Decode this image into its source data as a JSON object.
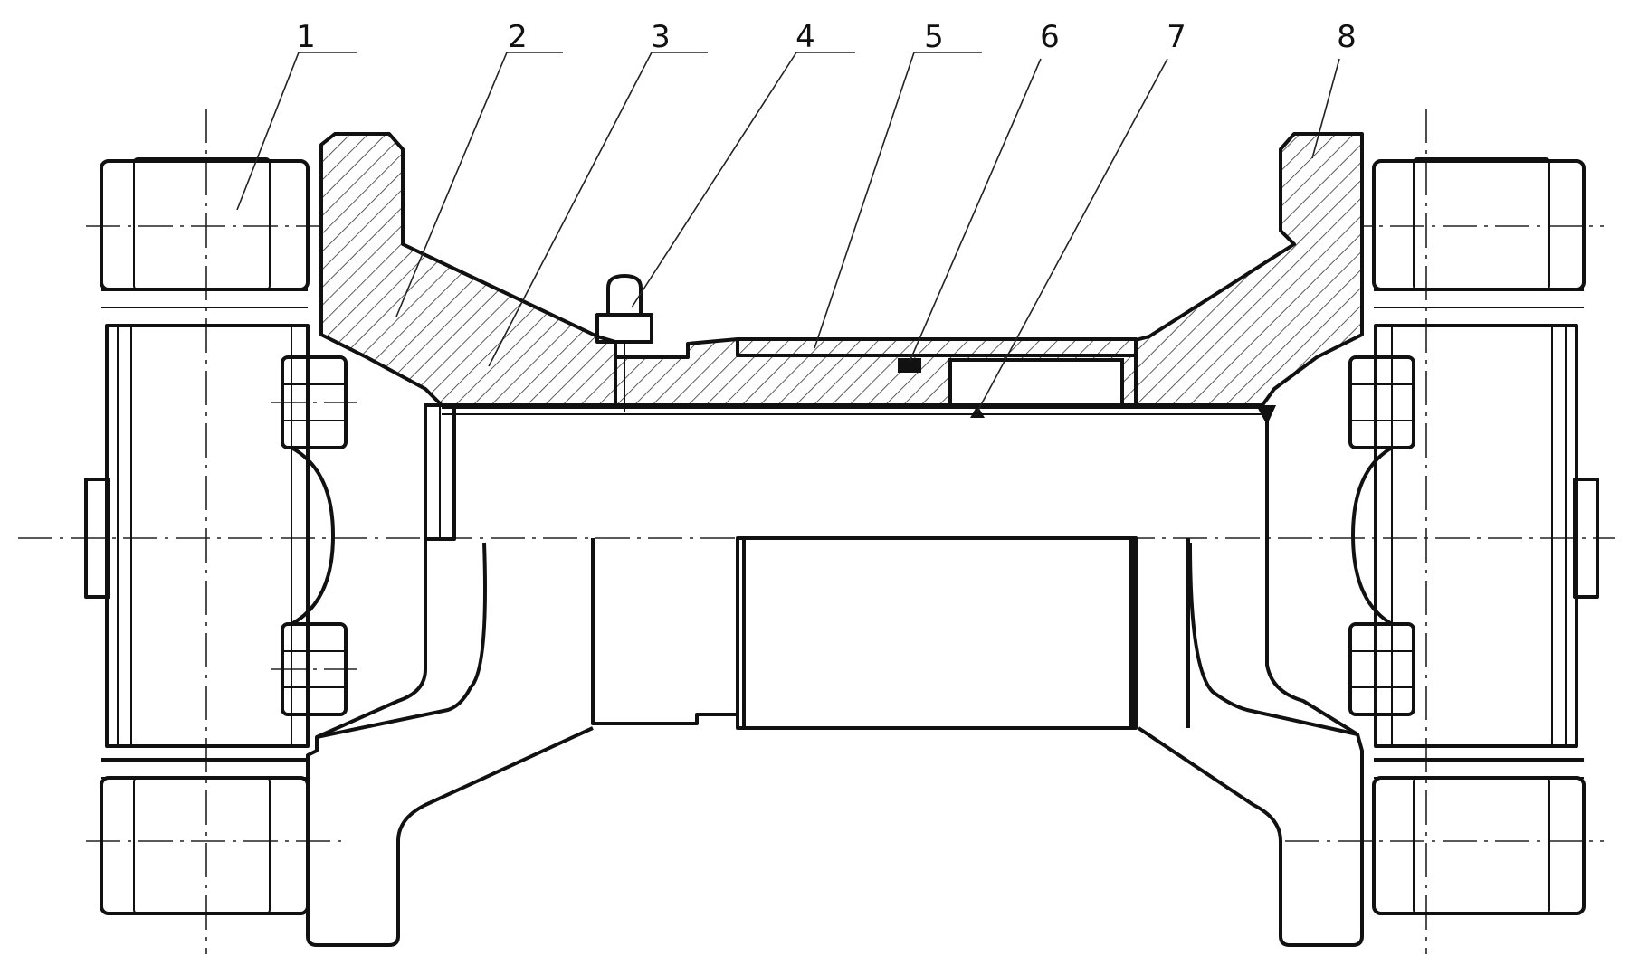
{
  "labels": [
    {
      "id": "1",
      "text": "1"
    },
    {
      "id": "2",
      "text": "2"
    },
    {
      "id": "3",
      "text": "3"
    },
    {
      "id": "4",
      "text": "4"
    },
    {
      "id": "5",
      "text": "5"
    },
    {
      "id": "6",
      "text": "6"
    },
    {
      "id": "7",
      "text": "7"
    },
    {
      "id": "8",
      "text": "8"
    }
  ],
  "colors": {
    "line": "#111111",
    "background": "#ffffff"
  }
}
